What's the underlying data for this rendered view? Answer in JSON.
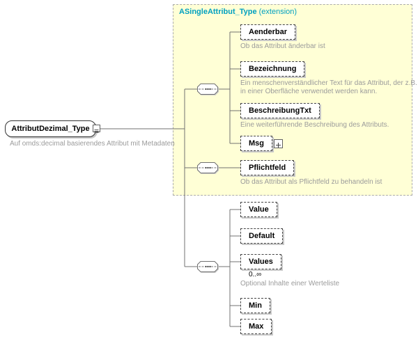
{
  "root_element": {
    "label": "AttributDezimal_Type",
    "description": "Auf omds:decimal basierendes Attribut mit Metadaten"
  },
  "extension_group": {
    "title": "ASingleAttribut_Type",
    "title_suffix": "(extension)"
  },
  "elements": {
    "aenderbar": {
      "label": "Aenderbar",
      "description": "Ob das Attribut änderbar ist"
    },
    "bezeichnung": {
      "label": "Bezeichnung",
      "description": "Ein menschenverständlicher Text für das Attribut, der z.B. in einer Oberfläche verwendet werden kann."
    },
    "beschreibungtxt": {
      "label": "BeschreibungTxt",
      "description": "Eine weiterführende Beschreibung des Attributs."
    },
    "msg": {
      "label": "Msg"
    },
    "pflichtfeld": {
      "label": "Pflichtfeld",
      "description": "Ob das Attribut als Pflichtfeld zu behandeln ist"
    },
    "value": {
      "label": "Value"
    },
    "default": {
      "label": "Default"
    },
    "values": {
      "label": "Values",
      "cardinality": "0..∞",
      "description": "Optional Inhalte einer Werteliste"
    },
    "min": {
      "label": "Min"
    },
    "max": {
      "label": "Max"
    }
  },
  "colors": {
    "extension_background": "#FFFFD6",
    "extension_title": "#00A0C0",
    "description_text": "#9B9B9B",
    "connector_line": "#707070"
  }
}
